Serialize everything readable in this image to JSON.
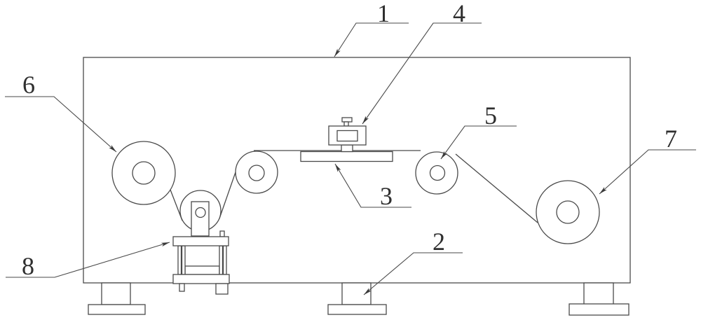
{
  "figure": {
    "labels": [
      {
        "text": "1"
      },
      {
        "text": "2"
      },
      {
        "text": "3"
      },
      {
        "text": "4"
      },
      {
        "text": "5"
      },
      {
        "text": "6"
      },
      {
        "text": "7"
      },
      {
        "text": "8"
      }
    ]
  },
  "colors": {
    "line": "#4a4a4a",
    "text": "#2f2f2f",
    "background": "#ffffff"
  }
}
